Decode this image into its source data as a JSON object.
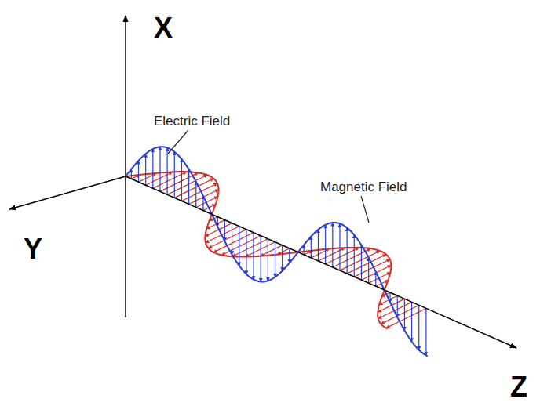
{
  "diagram": {
    "labels": [
      "X",
      "Y",
      "Z",
      "Electric Field",
      "Magnetic Field"
    ]
  }
}
